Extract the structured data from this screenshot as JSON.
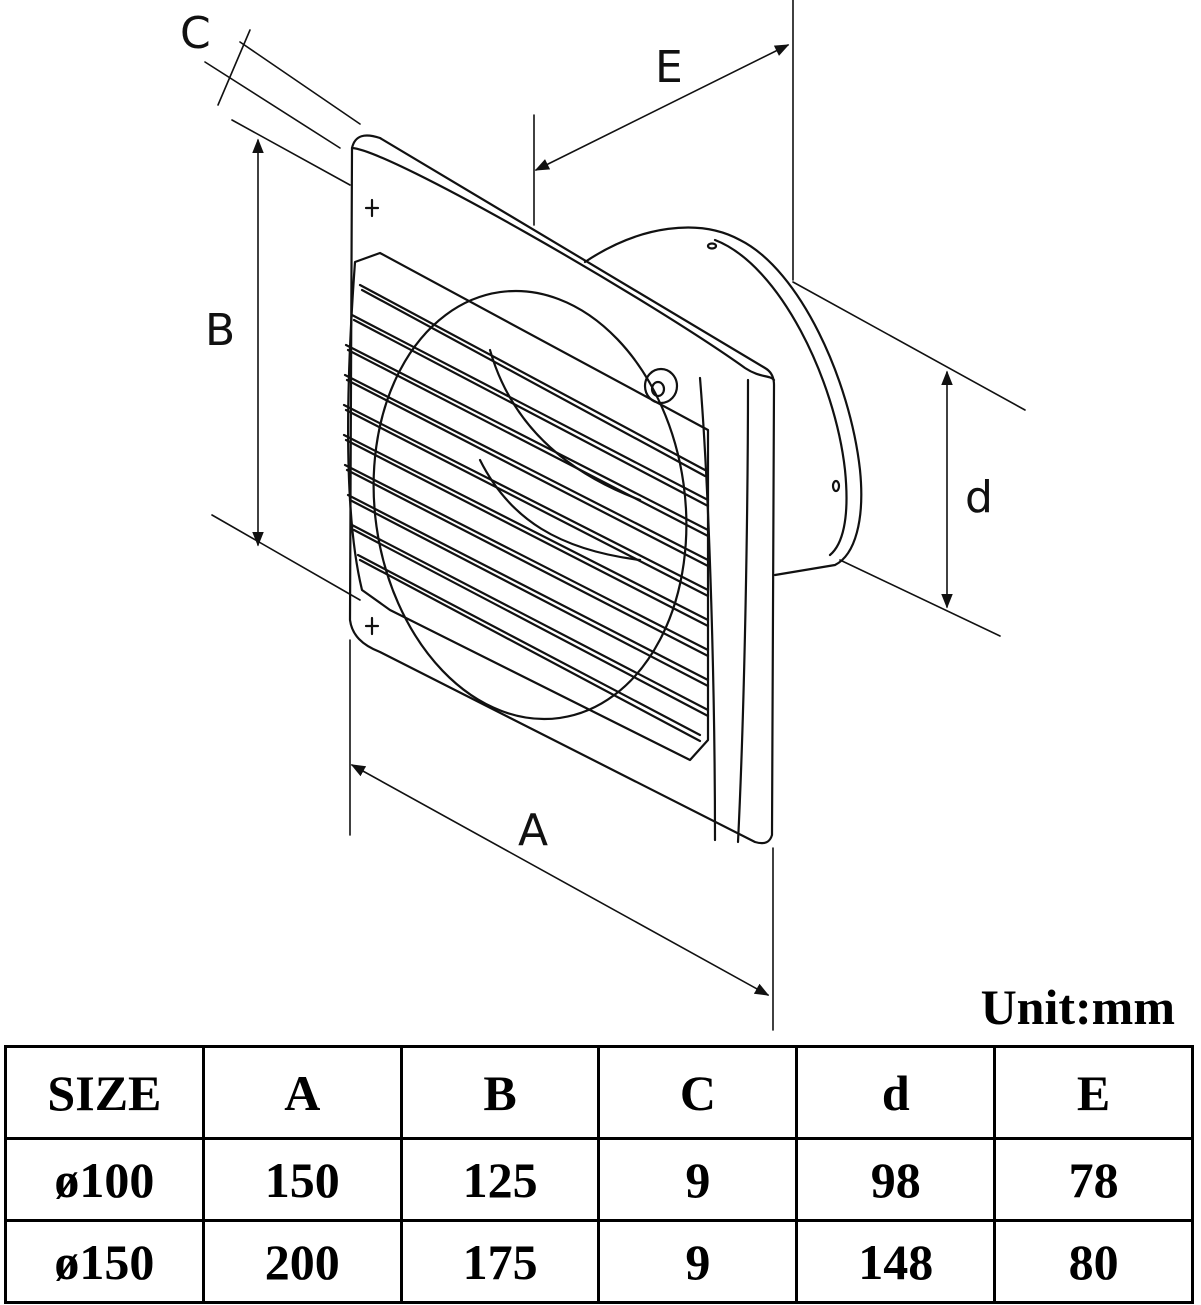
{
  "diagram": {
    "subject": "wall-mounted exhaust fan with louvred grille, dimensioned isometric drawing",
    "dimension_labels": {
      "A": "A",
      "B": "B",
      "C": "C",
      "d": "d",
      "E": "E"
    }
  },
  "unit_label": "Unit:mm",
  "table": {
    "headers": [
      "SIZE",
      "A",
      "B",
      "C",
      "d",
      "E"
    ],
    "rows": [
      [
        "ø100",
        "150",
        "125",
        "9",
        "98",
        "78"
      ],
      [
        "ø150",
        "200",
        "175",
        "9",
        "148",
        "80"
      ]
    ]
  },
  "colors": {
    "line": "#111111",
    "background": "#ffffff"
  }
}
